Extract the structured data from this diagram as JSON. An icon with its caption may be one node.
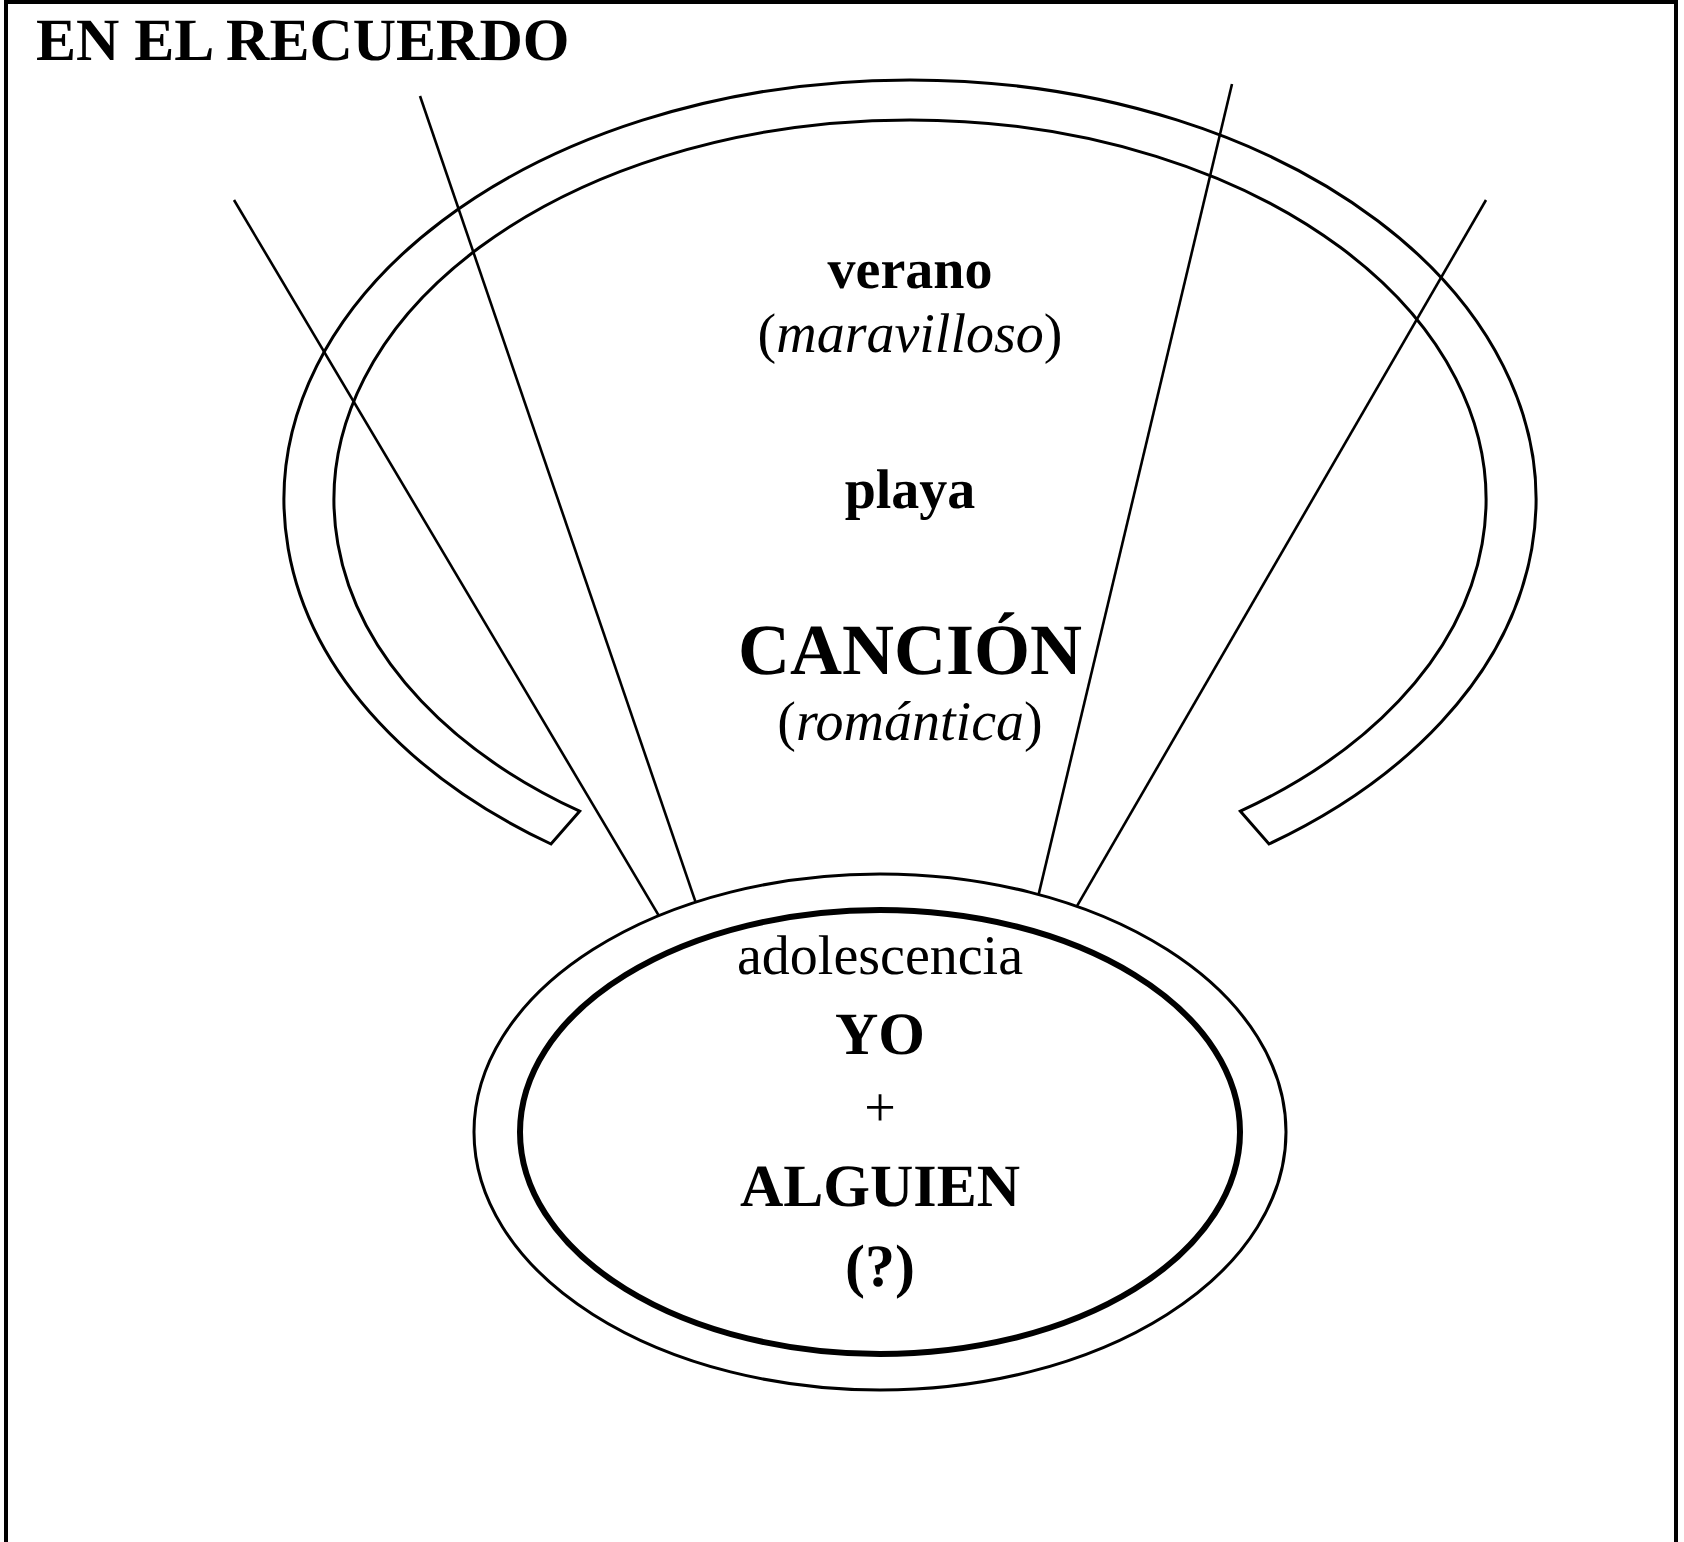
{
  "diagram": {
    "title": "EN EL RECUERDO",
    "nodes": [
      {
        "text": [
          "**verano** (*maravilloso*)",
          "playa",
          "**CANCIÓN** (*romántica*)"
        ]
      },
      {
        "text": [
          "adolescencia",
          "YO",
          "+",
          "ALGUIEN",
          "(?)"
        ]
      }
    ],
    "edges": [
      {
        "from": 1,
        "to": null,
        "arrow": "none"
      },
      {
        "from": 1,
        "to": null,
        "arrow": "none"
      },
      {
        "from": 1,
        "to": null,
        "arrow": "none"
      },
      {
        "from": 1,
        "to": null,
        "arrow": "none"
      }
    ]
  }
}
